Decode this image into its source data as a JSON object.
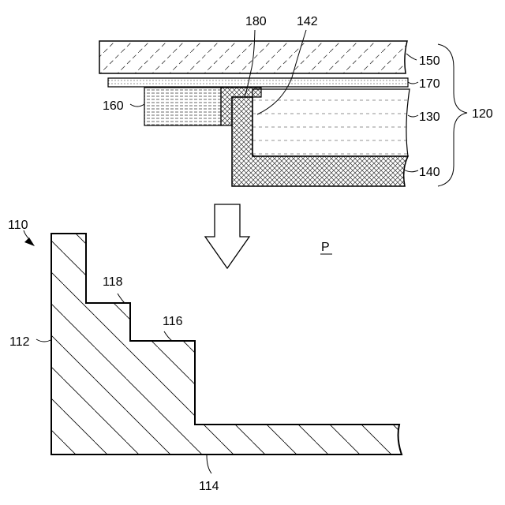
{
  "labels": {
    "n110": "110",
    "n112": "112",
    "n114": "114",
    "n116": "116",
    "n118": "118",
    "n120": "120",
    "n130": "130",
    "n140": "140",
    "n142": "142",
    "n150": "150",
    "n160": "160",
    "n170": "170",
    "n180": "180",
    "p": "P"
  }
}
